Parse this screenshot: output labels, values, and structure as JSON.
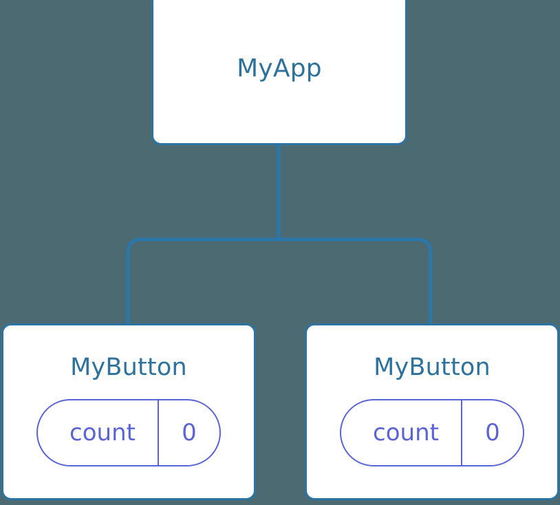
{
  "diagram": {
    "type": "component-tree",
    "background_color": "#4c6a72",
    "node_border_color": "#2b73a3",
    "node_title_color": "#2d719d",
    "connector_color": "#2a78ab",
    "state_accent_color": "#5a63d8"
  },
  "root": {
    "title": "MyApp"
  },
  "children": [
    {
      "title": "MyButton",
      "state": {
        "key": "count",
        "value": "0"
      }
    },
    {
      "title": "MyButton",
      "state": {
        "key": "count",
        "value": "0"
      }
    }
  ]
}
